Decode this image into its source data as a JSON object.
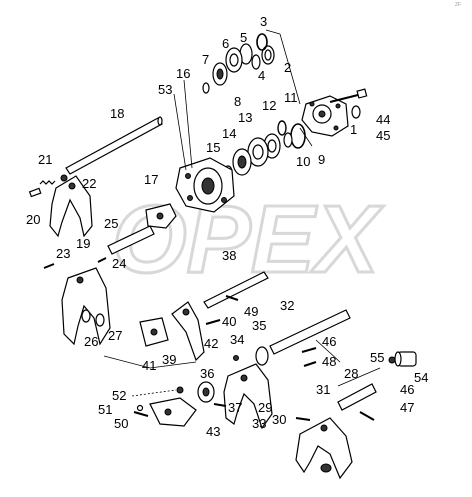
{
  "watermark": "OPEX",
  "corner_mark": "ZF",
  "parts": [
    {
      "no": "1"
    },
    {
      "no": "2"
    },
    {
      "no": "3"
    },
    {
      "no": "4"
    },
    {
      "no": "5"
    },
    {
      "no": "6"
    },
    {
      "no": "7"
    },
    {
      "no": "8"
    },
    {
      "no": "9"
    },
    {
      "no": "10"
    },
    {
      "no": "11"
    },
    {
      "no": "12"
    },
    {
      "no": "13"
    },
    {
      "no": "14"
    },
    {
      "no": "15"
    },
    {
      "no": "16"
    },
    {
      "no": "17"
    },
    {
      "no": "18"
    },
    {
      "no": "19"
    },
    {
      "no": "20"
    },
    {
      "no": "21"
    },
    {
      "no": "22"
    },
    {
      "no": "23"
    },
    {
      "no": "24"
    },
    {
      "no": "25"
    },
    {
      "no": "26"
    },
    {
      "no": "27"
    },
    {
      "no": "28"
    },
    {
      "no": "29"
    },
    {
      "no": "30"
    },
    {
      "no": "31"
    },
    {
      "no": "32"
    },
    {
      "no": "33"
    },
    {
      "no": "34"
    },
    {
      "no": "35"
    },
    {
      "no": "36"
    },
    {
      "no": "37"
    },
    {
      "no": "38"
    },
    {
      "no": "39"
    },
    {
      "no": "40"
    },
    {
      "no": "41"
    },
    {
      "no": "42"
    },
    {
      "no": "43"
    },
    {
      "no": "44"
    },
    {
      "no": "45"
    },
    {
      "no": "46"
    },
    {
      "no": "46"
    },
    {
      "no": "47"
    },
    {
      "no": "48"
    },
    {
      "no": "49"
    },
    {
      "no": "50"
    },
    {
      "no": "51"
    },
    {
      "no": "52"
    },
    {
      "no": "53"
    },
    {
      "no": "54"
    },
    {
      "no": "55"
    }
  ]
}
